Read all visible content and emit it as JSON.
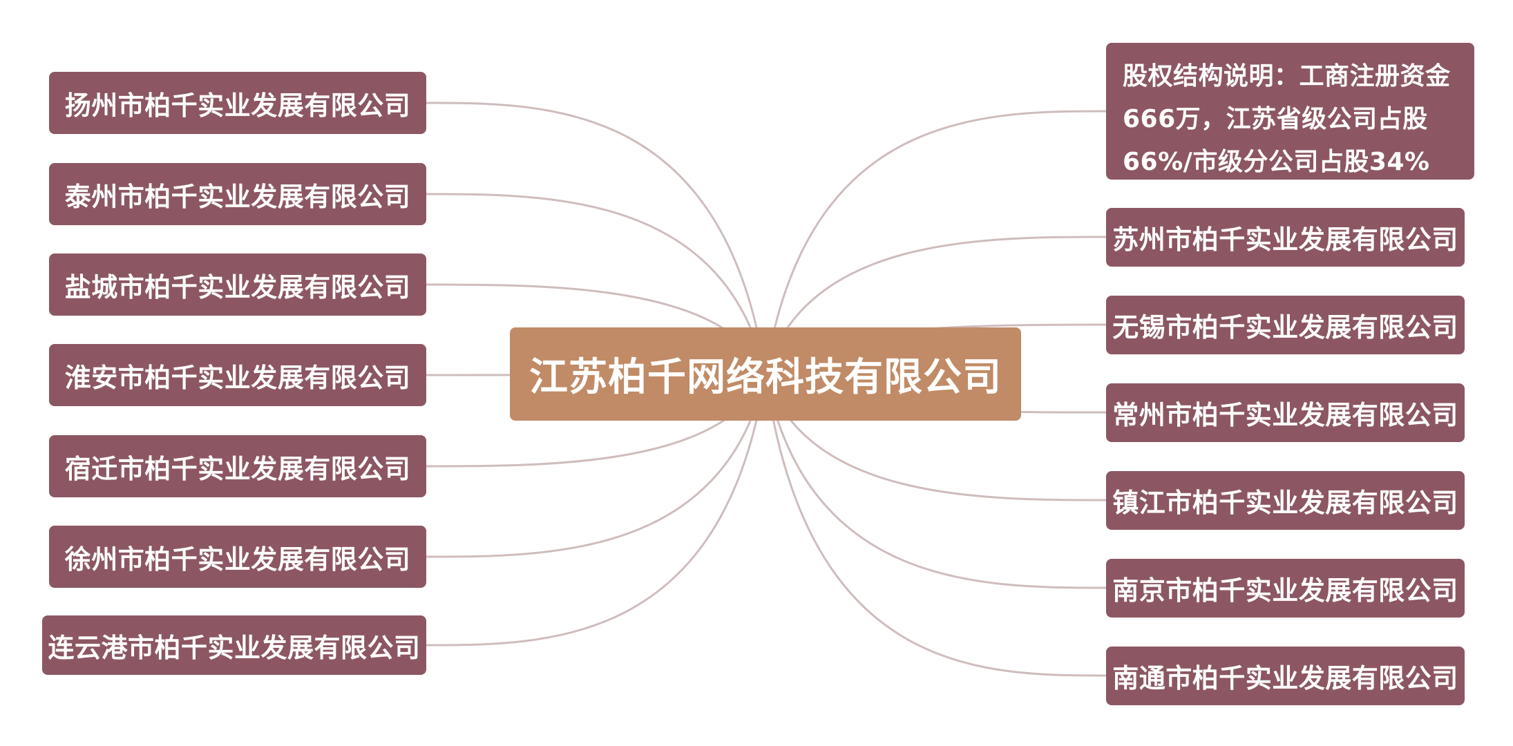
{
  "center": {
    "label": "江苏柏千网络科技有限公司"
  },
  "left_branches": [
    {
      "label": "扬州市柏千实业发展有限公司"
    },
    {
      "label": "泰州市柏千实业发展有限公司"
    },
    {
      "label": "盐城市柏千实业发展有限公司"
    },
    {
      "label": "淮安市柏千实业发展有限公司"
    },
    {
      "label": "宿迁市柏千实业发展有限公司"
    },
    {
      "label": "徐州市柏千实业发展有限公司"
    },
    {
      "label": "连云港市柏千实业发展有限公司"
    }
  ],
  "right_branches": [
    {
      "label": "股权结构说明：工商注册资金 666万，江苏省级公司占股66%/市级分公司占股34%"
    },
    {
      "label": "苏州市柏千实业发展有限公司"
    },
    {
      "label": "无锡市柏千实业发展有限公司"
    },
    {
      "label": "常州市柏千实业发展有限公司"
    },
    {
      "label": "镇江市柏千实业发展有限公司"
    },
    {
      "label": "南京市柏千实业发展有限公司"
    },
    {
      "label": "南通市柏千实业发展有限公司"
    }
  ],
  "colors": {
    "branch_fill": "#8c5762",
    "center_fill": "#c08b66",
    "connector": "#cfbcbc",
    "text": "#ffffff"
  }
}
